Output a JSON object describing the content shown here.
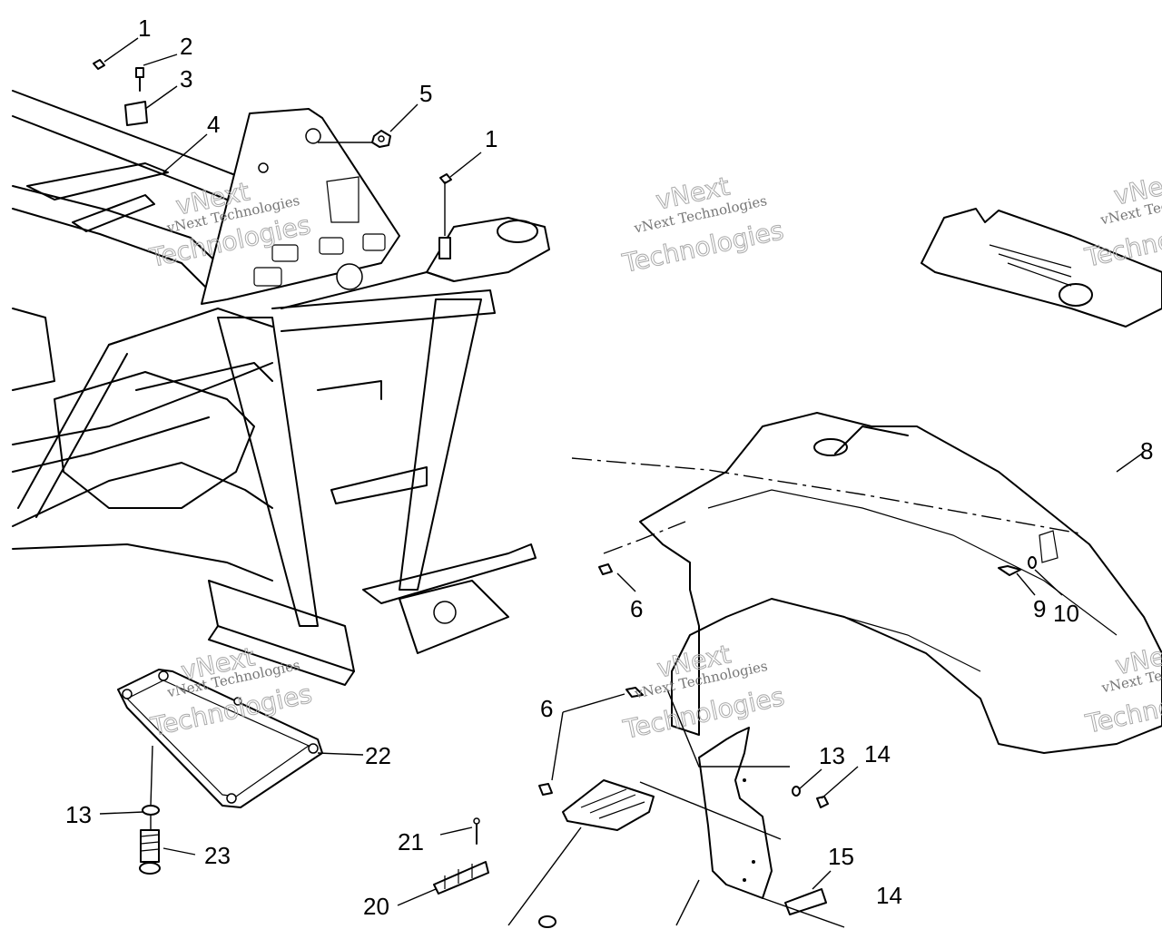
{
  "callouts": [
    {
      "id": "c1",
      "text": "1"
    },
    {
      "id": "c2",
      "text": "2"
    },
    {
      "id": "c3",
      "text": "3"
    },
    {
      "id": "c4",
      "text": "4"
    },
    {
      "id": "c5",
      "text": "5"
    },
    {
      "id": "c1b",
      "text": "1"
    },
    {
      "id": "c6",
      "text": "6"
    },
    {
      "id": "c6b",
      "text": "6"
    },
    {
      "id": "c8",
      "text": "8"
    },
    {
      "id": "c9",
      "text": "9"
    },
    {
      "id": "c10",
      "text": "10"
    },
    {
      "id": "c13",
      "text": "13"
    },
    {
      "id": "c13b",
      "text": "13"
    },
    {
      "id": "c14",
      "text": "14"
    },
    {
      "id": "c14b",
      "text": "14"
    },
    {
      "id": "c15",
      "text": "15"
    },
    {
      "id": "c20",
      "text": "20"
    },
    {
      "id": "c21",
      "text": "21"
    },
    {
      "id": "c22",
      "text": "22"
    },
    {
      "id": "c23",
      "text": "23"
    }
  ],
  "watermark": {
    "line1": "vNext",
    "line2": "vNext Technologies",
    "line3": "Technologies"
  }
}
